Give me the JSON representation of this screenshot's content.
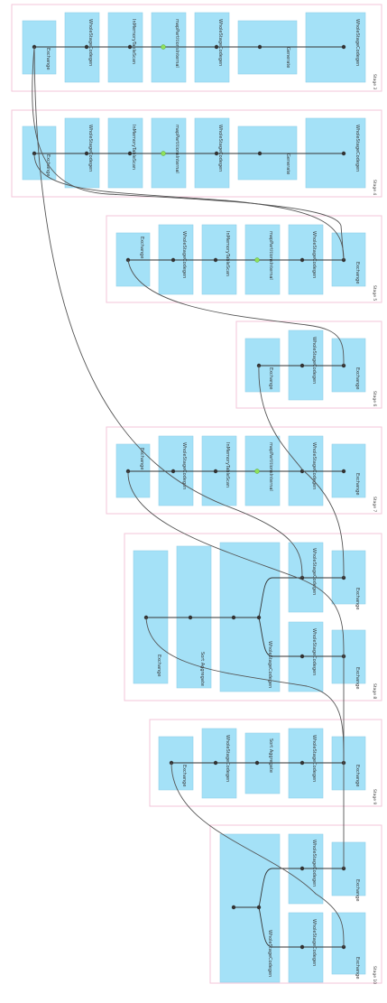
{
  "diagram": {
    "stages": [
      {
        "label": "Stage 3",
        "nodes": [
          "Exchange",
          "WholeStageCodegen",
          "InMemoryTableScan",
          "mapPartitionsInternal",
          "WholeStageCodegen",
          "Generate",
          "WholeStageCodegen"
        ]
      },
      {
        "label": "Stage 4",
        "nodes": [
          "Exchange",
          "WholeStageCodegen",
          "InMemoryTableScan",
          "mapPartitionsInternal",
          "WholeStageCodegen",
          "Generate",
          "WholeStageCodegen"
        ]
      },
      {
        "label": "Stage 5",
        "nodes": [
          "Exchange",
          "WholeStageCodegen",
          "InMemoryTableScan",
          "mapPartitionsInternal",
          "WholeStageCodegen",
          "Exchange"
        ]
      },
      {
        "label": "Stage 6",
        "nodes": [
          "Exchange",
          "WholeStageCodegen",
          "Exchange"
        ]
      },
      {
        "label": "Stage 7",
        "nodes": [
          "Exchange",
          "WholeStageCodegen",
          "InMemoryTableScan",
          "mapPartitionsInternal",
          "WholeStageCodegen",
          "Exchange"
        ]
      },
      {
        "label": "Stage 8",
        "nodes": [
          "Exchange",
          "Sort Aggregate",
          "WholeStageCodegen",
          "WholeStageCodegen",
          "Exchange",
          "WholeStageCodegen",
          "Exchange"
        ]
      },
      {
        "label": "Stage 9",
        "nodes": [
          "Exchange",
          "WholeStageCodegen",
          "Sort Aggregate",
          "WholeStageCodegen",
          "Exchange"
        ]
      },
      {
        "label": "Stage 10",
        "nodes": [
          "WholeStageCodegen",
          "WholeStageCodegen",
          "Exchange",
          "WholeStageCodegen",
          "Exchange"
        ]
      }
    ]
  }
}
